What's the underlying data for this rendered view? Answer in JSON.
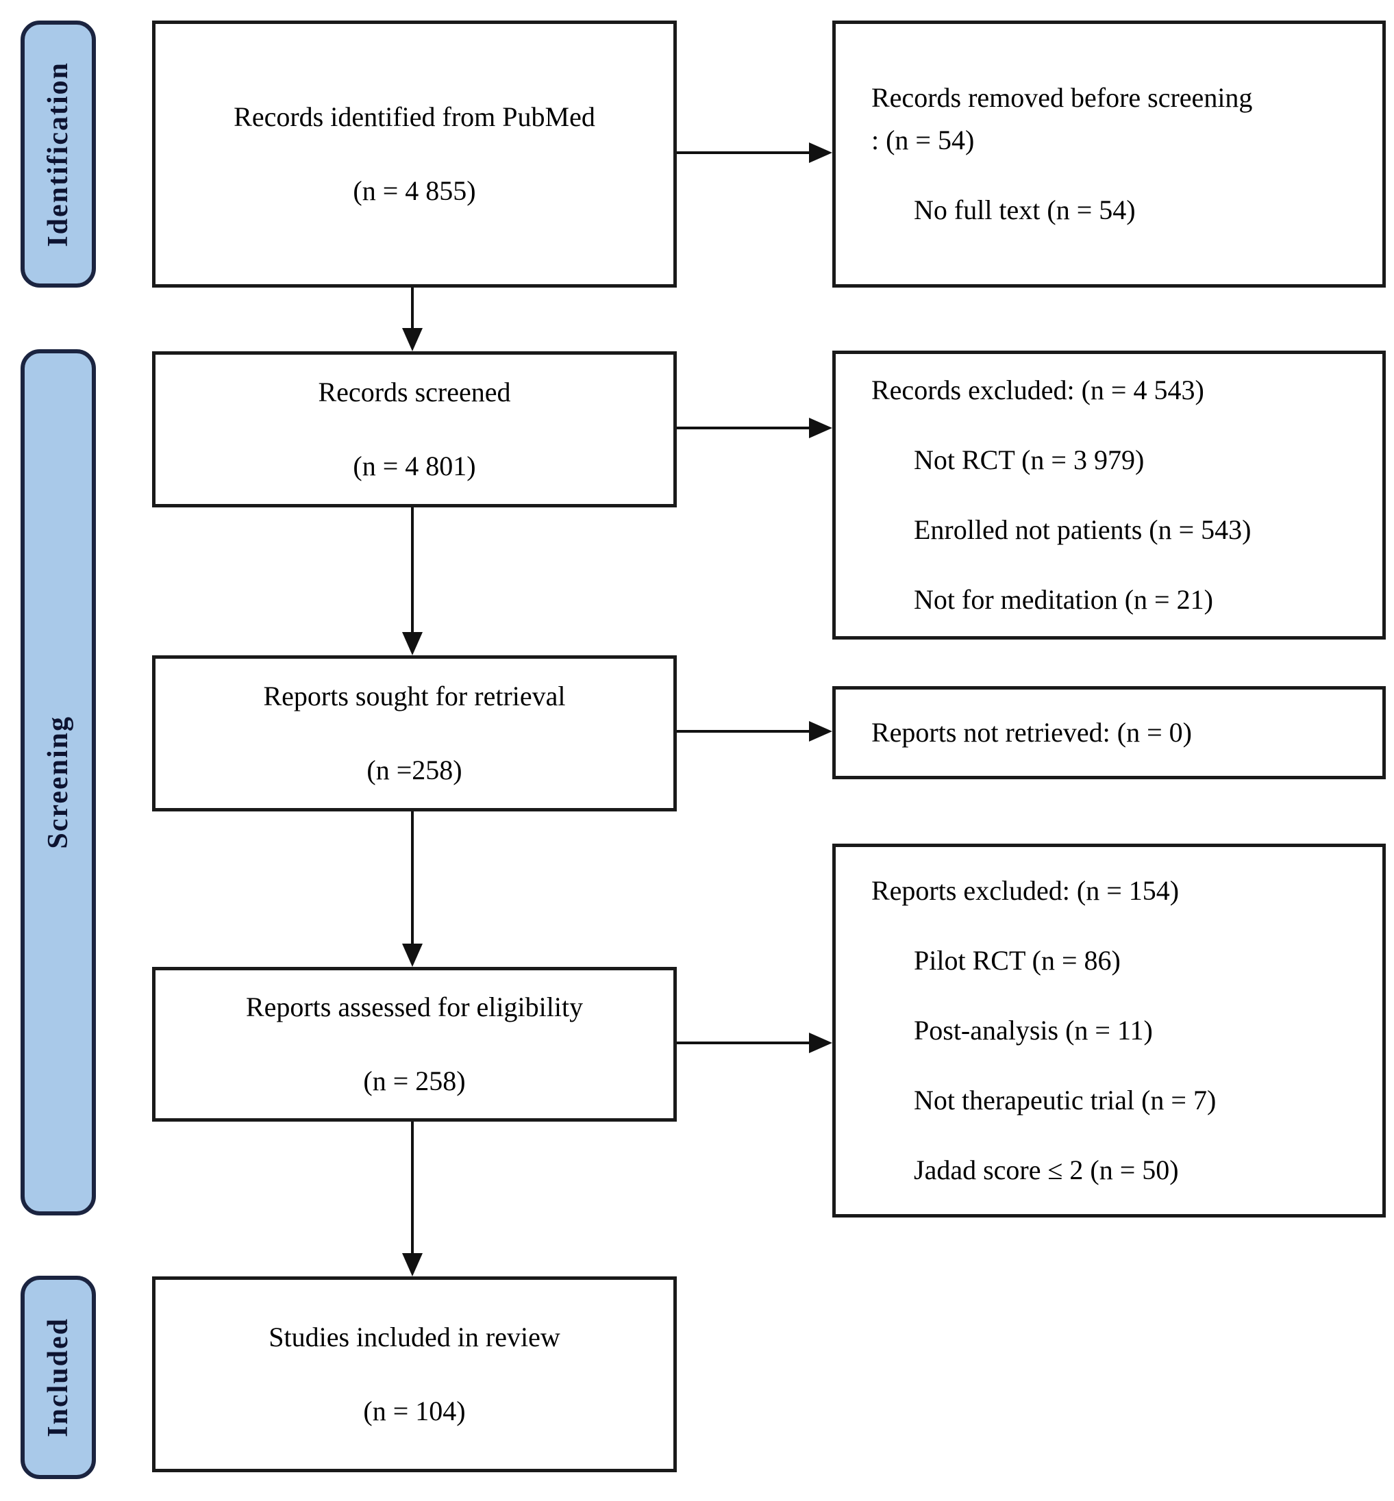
{
  "flow": {
    "stages": {
      "identification": "Identification",
      "screening": "Screening",
      "included": "Included"
    },
    "main": [
      {
        "title": "Records identified from PubMed",
        "count": "(n = 4 855)"
      },
      {
        "title": "Records screened",
        "count": "(n = 4 801)"
      },
      {
        "title": "Reports sought for retrieval",
        "count": "(n =258)"
      },
      {
        "title": "Reports assessed for eligibility",
        "count": "(n = 258)"
      },
      {
        "title": "Studies included in review",
        "count": "(n = 104)"
      }
    ],
    "side": [
      {
        "header": "Records removed before screening",
        "header2": ": (n = 54)",
        "items": [
          "No full text (n = 54)"
        ]
      },
      {
        "header": "Records excluded: (n = 4 543)",
        "items": [
          "Not RCT (n = 3 979)",
          "Enrolled not patients (n = 543)",
          "Not for meditation (n = 21)"
        ]
      },
      {
        "header": "Reports not retrieved: (n = 0)",
        "items": []
      },
      {
        "header": "Reports excluded: (n = 154)",
        "items": [
          "Pilot RCT (n = 86)",
          "Post-analysis (n = 11)",
          "Not therapeutic trial (n = 7)",
          "Jadad score ≤ 2 (n = 50)"
        ]
      }
    ],
    "colors": {
      "stage_fill": "#a9c9e9",
      "stage_border": "#1b2440",
      "box_border": "#1a1a1a",
      "arrow": "#111111",
      "text": "#000000",
      "background": "#ffffff"
    }
  }
}
